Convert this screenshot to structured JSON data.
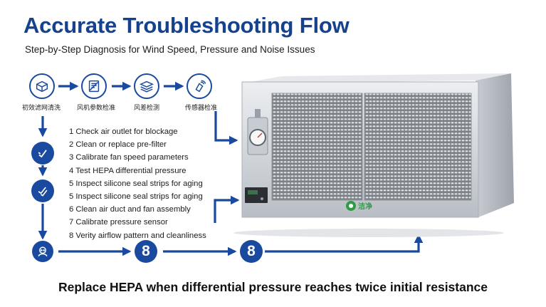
{
  "header": {
    "title": "Accurate Troubleshooting Flow",
    "subtitle": "Step-by-Step Diagnosis for Wind Speed, Pressure and Noise Issues"
  },
  "top_steps": [
    {
      "label": "初效滤网清洗",
      "icon": "filter-box-icon"
    },
    {
      "label": "风机参数检准",
      "icon": "fan-document-icon"
    },
    {
      "label": "风差检测",
      "icon": "layers-icon"
    },
    {
      "label": "传感器检准",
      "icon": "sensor-hand-icon"
    }
  ],
  "steps": [
    "1 Check air outlet for blockage",
    "2 Clean or replace pre-filter",
    "3 Calibrate fan speed parameters",
    "4 Test HEPA differential pressure",
    "5 Inspect silicone seal strips for aging",
    "5 Inspect silicone seal strips for aging",
    "6 Clean air duct and fan assembly",
    "7 Calibrate pressure sensor",
    "8 Verity airflow pattern and cleanliness"
  ],
  "bottom_nodes": [
    "8",
    "8"
  ],
  "device": {
    "brand_text": "洁净",
    "icons": [
      "pressure-gauge-icon",
      "control-panel-icon",
      "brand-logo-icon"
    ]
  },
  "footer": "Replace HEPA when differential pressure reaches twice initial resistance",
  "colors": {
    "accent": "#1a4aa0",
    "title": "#14428f",
    "text": "#1c1c1c"
  }
}
